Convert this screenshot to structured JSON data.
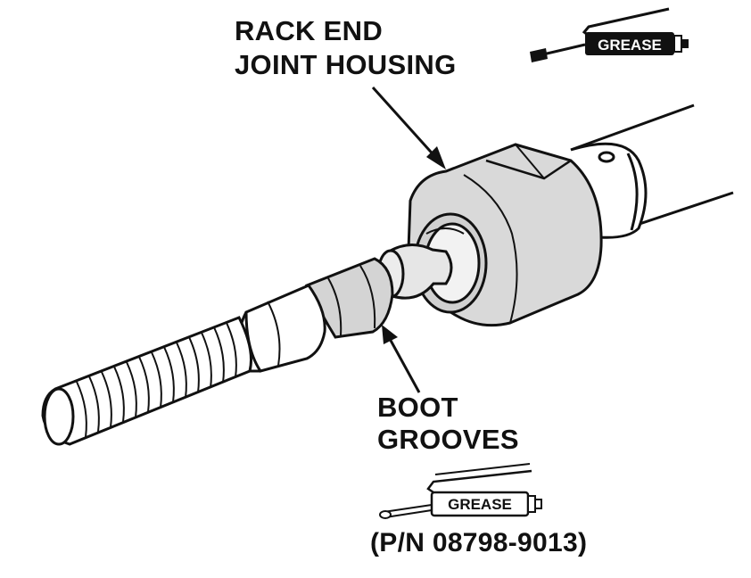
{
  "labels": {
    "rack_end_line1": "RACK END",
    "rack_end_line2": "JOINT HOUSING",
    "boot_line1": "BOOT",
    "boot_line2": "GROOVES",
    "part_number": "(P/N 08798-9013)"
  },
  "grease_icons": {
    "top_text": "GREASE",
    "bottom_text": "GREASE"
  },
  "colors": {
    "line": "#111111",
    "housing_shade": "#d9d9d9",
    "paper": "#ffffff"
  }
}
